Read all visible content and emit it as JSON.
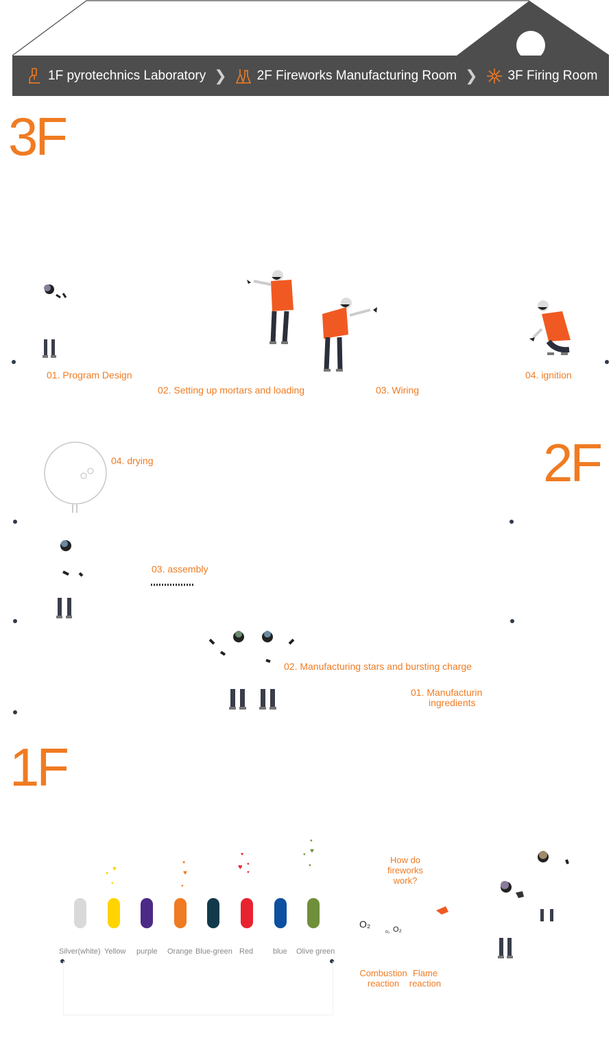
{
  "nav": {
    "items": [
      {
        "label": "1F pyrotechnics Laboratory",
        "icon": "microscope-icon"
      },
      {
        "label": "2F Fireworks Manufacturing Room",
        "icon": "flask-icon"
      },
      {
        "label": "3F Firing Room",
        "icon": "firework-burst-icon"
      }
    ],
    "separator_icon": "chevron-right-icon"
  },
  "floors": {
    "f3": {
      "title": "3F",
      "steps": [
        "01. Program Design",
        "02. Setting up mortars and loading",
        "03. Wiring",
        "04. ignition"
      ]
    },
    "f2": {
      "title": "2F",
      "steps": [
        "04. drying",
        "03. assembly",
        "02. Manufacturing stars and bursting charge",
        "01. Manufacturin",
        "ingredients"
      ]
    },
    "f1": {
      "title": "1F",
      "vials": [
        {
          "label": "Silver(white)",
          "color": "#d9d9d9"
        },
        {
          "label": "Yellow",
          "color": "#ffd400"
        },
        {
          "label": "purple",
          "color": "#4b2a86"
        },
        {
          "label": "Orange",
          "color": "#f07b22"
        },
        {
          "label": "Blue-green",
          "color": "#123a4a"
        },
        {
          "label": "Red",
          "color": "#e8232f"
        },
        {
          "label": "blue",
          "color": "#0d4fa0"
        },
        {
          "label": "Olive green",
          "color": "#6f8f3a"
        }
      ],
      "question": [
        "How do",
        "fireworks",
        "work?"
      ],
      "o2_large": "O₂",
      "o2_small": "O₂",
      "o2_tiny": "o₂",
      "reactions": [
        [
          "Combustion",
          "reaction"
        ],
        [
          "Flame",
          "reaction"
        ]
      ]
    }
  },
  "colors": {
    "accent": "#f07b22",
    "nav_bg": "#4d4d4d",
    "roof_dark": "#4d4d4d"
  }
}
